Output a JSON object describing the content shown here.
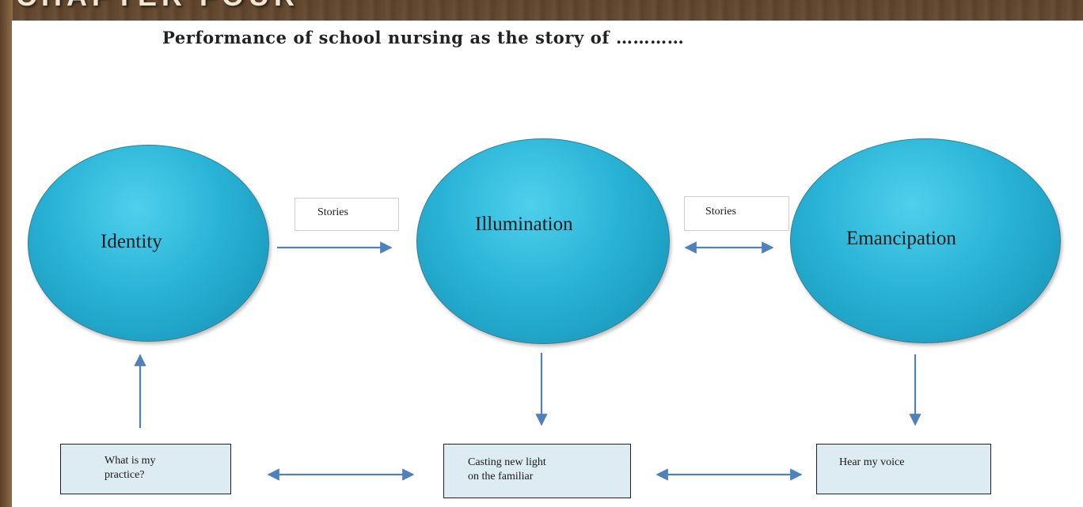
{
  "banner_text": "CHAPTER FOUR",
  "title": "Performance of school nursing as the story of …………",
  "nodes": {
    "identity": "Identity",
    "illumination": "Illumination",
    "emancipation": "Emancipation"
  },
  "stories_labels": {
    "left": "Stories",
    "right": "Stories"
  },
  "boxes": {
    "practice": "What is my\npractice?",
    "casting": "Casting new light\non the familiar",
    "voice": "Hear my voice"
  },
  "colors": {
    "circle_fill": "#29b3d6",
    "arrow": "#4f81bd",
    "box_fill": "#dcecf2"
  }
}
